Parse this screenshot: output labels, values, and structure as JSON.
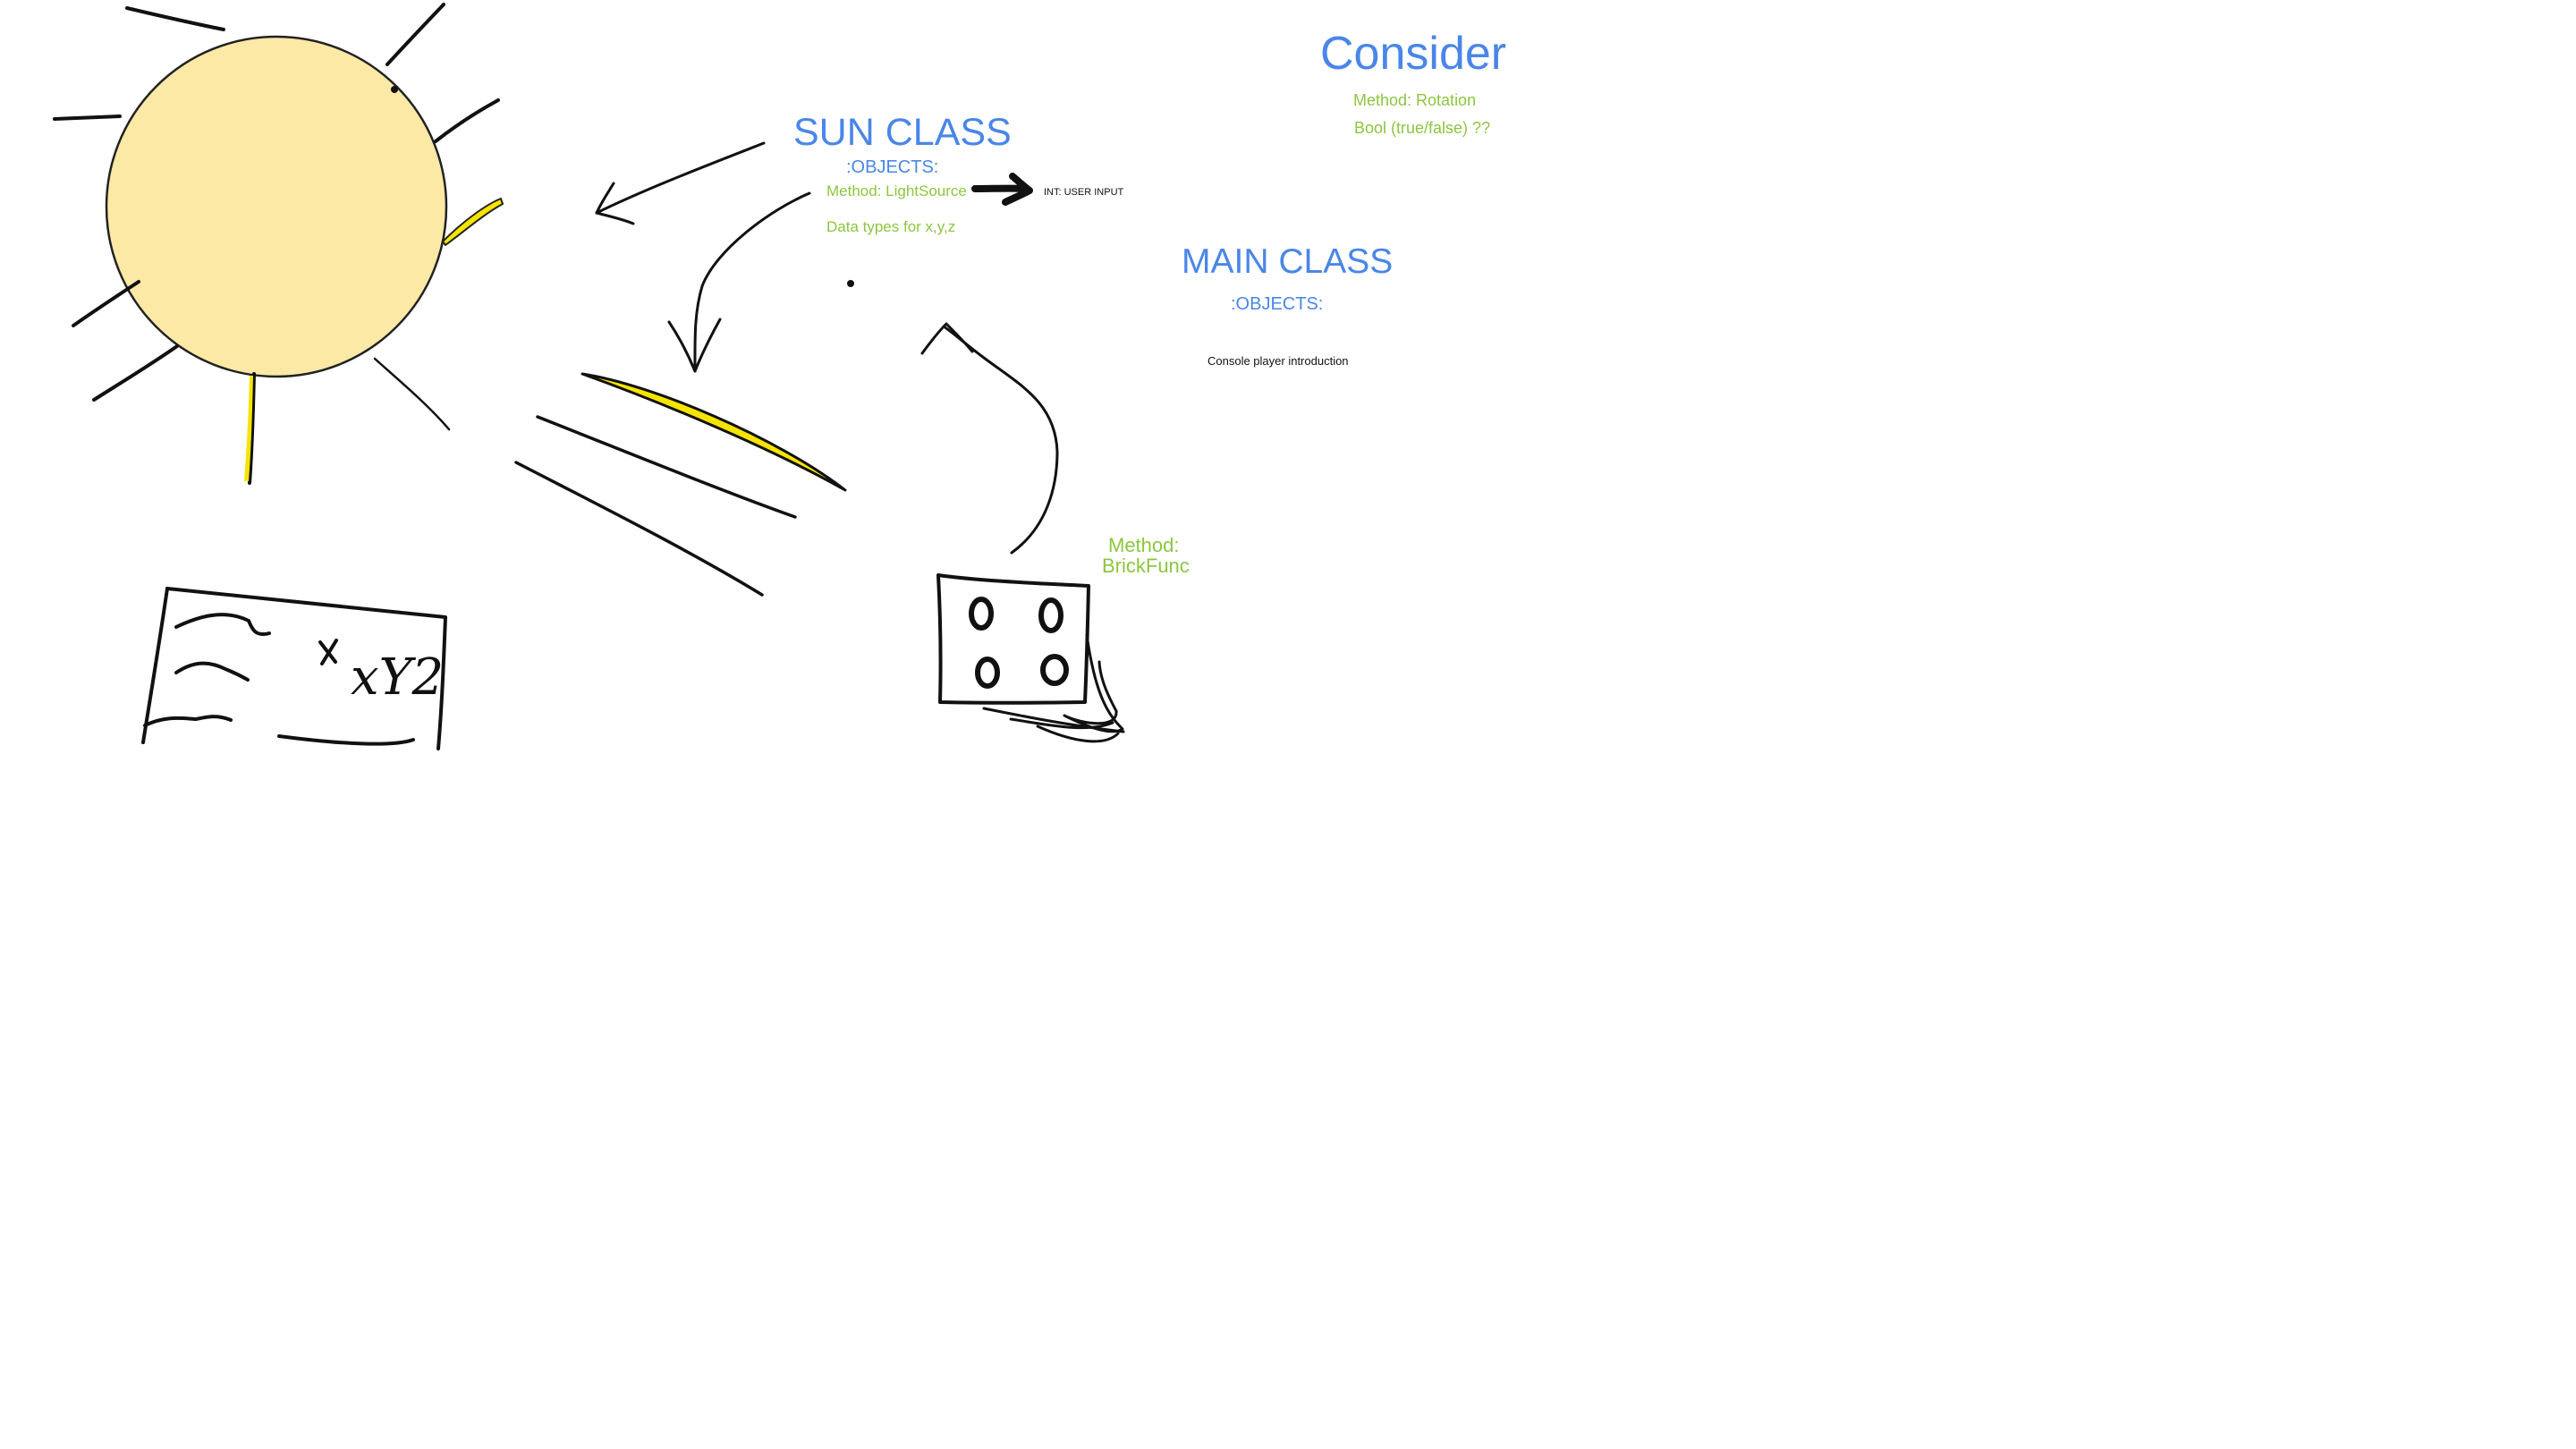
{
  "colors": {
    "heading_blue": "#4a86e8",
    "method_green": "#8cc63f",
    "ink": "#111111",
    "sun_fill": "#fce9a6",
    "highlight_yellow": "#f5e400"
  },
  "sketches": {
    "sun": "sun-sketch",
    "light_rays": "light-ray-strokes",
    "brick": "brick-sketch",
    "note_box_text": "xY2"
  },
  "sun_class": {
    "title": "SUN CLASS",
    "objects_label": ":OBJECTS:",
    "method": "Method: LightSource",
    "data_types": "Data types for x,y,z",
    "input_note": "INT: USER INPUT"
  },
  "consider": {
    "title": "Consider",
    "items": [
      "Method: Rotation",
      "Bool (true/false) ??"
    ]
  },
  "main_class": {
    "title": "MAIN CLASS",
    "objects_label": ":OBJECTS:",
    "intro": "Console player introduction"
  },
  "brick_method": {
    "line1": "Method:",
    "line2": "BrickFunc"
  }
}
